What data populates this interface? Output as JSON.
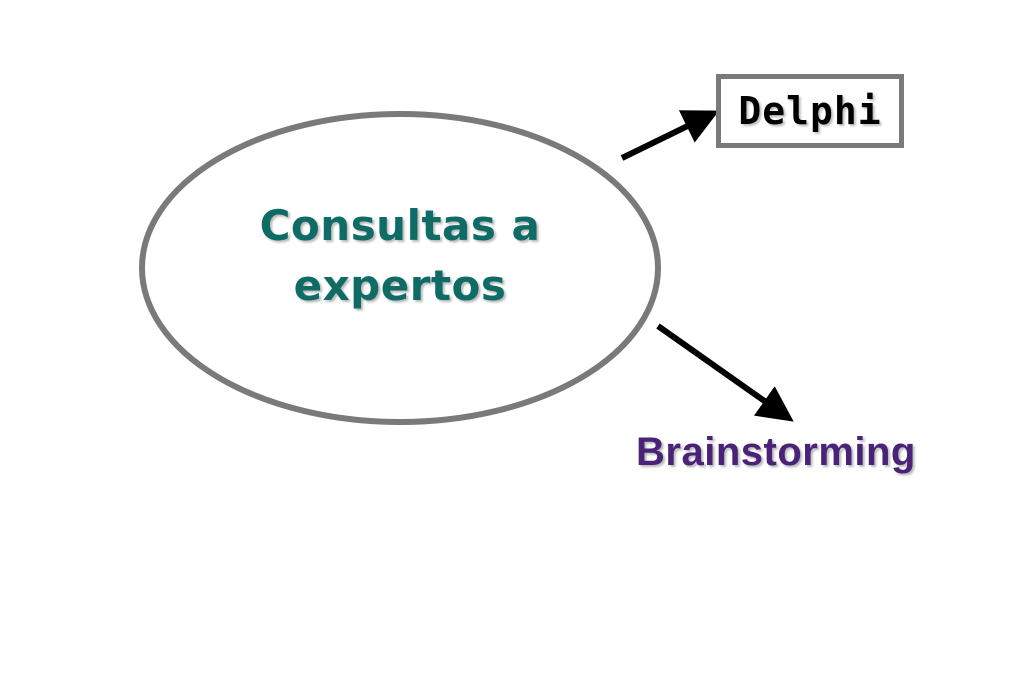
{
  "colors": {
    "center_text": "#0f6b66",
    "brainstorm_text": "#4a2378",
    "ellipse_stroke": "#7a7a7a",
    "box_stroke": "#7a7a7a",
    "arrow": "#000000"
  },
  "center": {
    "line1": "Consultas a",
    "line2": "expertos"
  },
  "nodes": {
    "delphi": "Delphi",
    "brainstorming": "Brainstorming"
  },
  "edges": [
    {
      "from": "Consultas a expertos",
      "to": "Delphi",
      "icon": "arrow-icon"
    },
    {
      "from": "Consultas a expertos",
      "to": "Brainstorming",
      "icon": "arrow-icon"
    }
  ]
}
